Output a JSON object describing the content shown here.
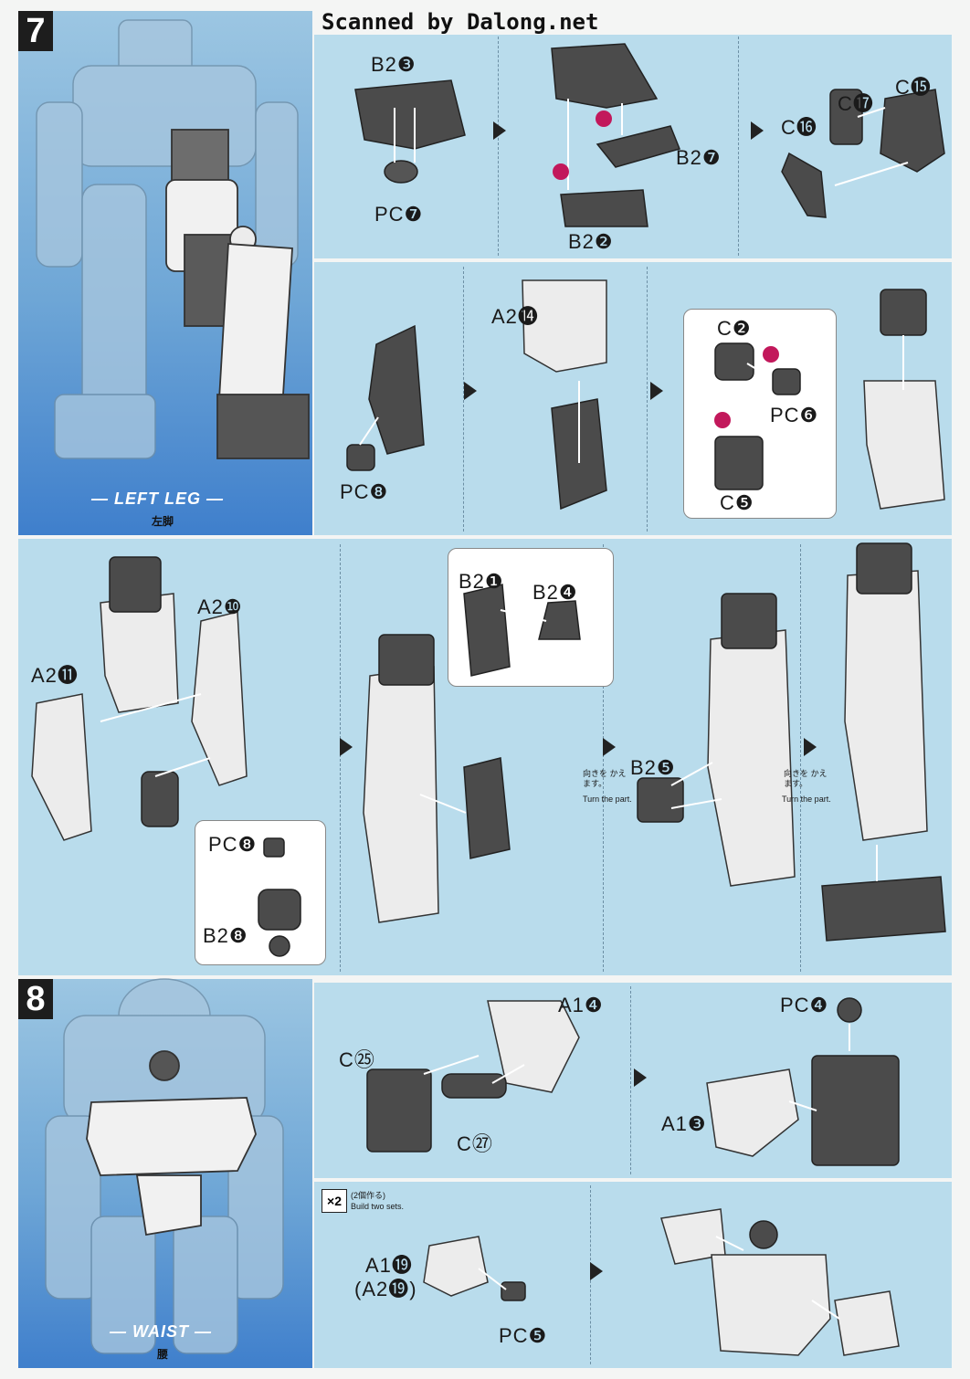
{
  "header": {
    "scan_credit": "Scanned by Dalong.net"
  },
  "step7": {
    "number": "7",
    "section_title": "LEFT LEG",
    "section_title_jp": "左脚",
    "row1": {
      "labels": [
        "B2❸",
        "PC❼",
        "B2❼",
        "B2❷",
        "C⓱",
        "C⓯",
        "C⓰"
      ]
    },
    "row2": {
      "labels": [
        "PC❽",
        "A2⓮",
        "C❷",
        "PC❻",
        "C❺"
      ]
    },
    "row3": {
      "labels": [
        "A2❿",
        "A2⓫",
        "PC❽",
        "B2❽",
        "B2❶",
        "B2❹",
        "B2❺"
      ],
      "turn_note_jp": "向きを かえます。",
      "turn_note_en": "Turn the part."
    }
  },
  "step8": {
    "number": "8",
    "section_title": "WAIST",
    "section_title_jp": "腰",
    "row1": {
      "labels": [
        "A1❹",
        "C㉕",
        "C㉗",
        "PC❹",
        "A1❸"
      ]
    },
    "row2": {
      "multiplier": "×2",
      "build_note_jp": "(2個作る)",
      "build_note_en": "Build two sets.",
      "labels": [
        "A1⓳",
        "(A2⓳)",
        "PC❺"
      ]
    }
  },
  "colors": {
    "panel": "#b9dcec",
    "side_top": "#9cc6e2",
    "side_bottom": "#3f7fcc",
    "part_dark": "#4a4a4a",
    "part_light": "#ececec",
    "step_marker": "#c2185b"
  }
}
